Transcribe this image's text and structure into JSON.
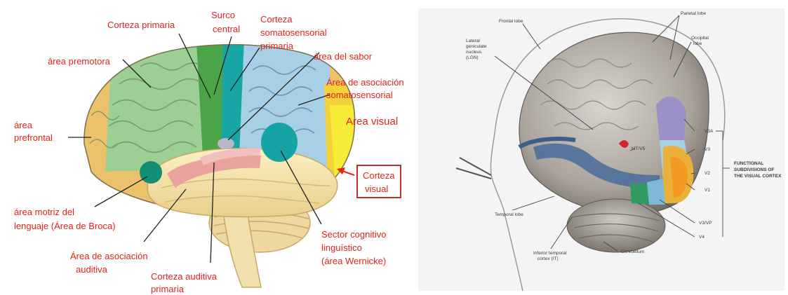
{
  "left_diagram": {
    "accent_color": "#e3231c",
    "labels": {
      "corteza_primaria": "Corteza primaria",
      "surco_1": "Surco",
      "surco_2": "central",
      "somato_1": "Corteza",
      "somato_2": "somatosensorial",
      "somato_3": "primaria",
      "premotora": "área premotora",
      "sabor": "área del sabor",
      "asoc_somato_1": "Área de asociación",
      "asoc_somato_2": "somatosensorial",
      "area_visual": "Area visual",
      "prefrontal_1": "área",
      "prefrontal_2": "prefrontal",
      "corteza_visual_1": "Corteza",
      "corteza_visual_2": "visual",
      "broca_1": "área motriz del",
      "broca_2": "lenguaje (Área de Broca)",
      "asoc_auditiva_1": "Área de asociación",
      "asoc_auditiva_2": "auditiva",
      "auditiva_prim_1": "Corteza auditiva",
      "auditiva_prim_2": "primaria",
      "wernicke_1": "Sector cognitivo",
      "wernicke_2": "linguístico",
      "wernicke_3": "(área Wernicke)"
    }
  },
  "right_diagram": {
    "labels": {
      "frontal_lobe": "Frontal lobe",
      "parietal_lobe": "Parietal lobe",
      "occipital_1": "Occipital",
      "occipital_2": "lobe",
      "lgn_1": "Lateral",
      "lgn_2": "geniculate",
      "lgn_3": "nucleus",
      "lgn_4": "(LGN)",
      "mt": "MT/V5",
      "v3a": "V3A",
      "v3": "V3",
      "v2": "V2",
      "v1": "V1",
      "v3vp": "V3/VP",
      "v4": "V4",
      "func_1": "FUNCTIONAL",
      "func_2": "SUBDIVISIONS OF",
      "func_3": "THE VISUAL CORTEX",
      "temporal_lobe": "Temporal lobe",
      "it_1": "Inferior temporal",
      "it_2": "cortex (IT)",
      "cerebellum": "Cerebellum"
    }
  }
}
